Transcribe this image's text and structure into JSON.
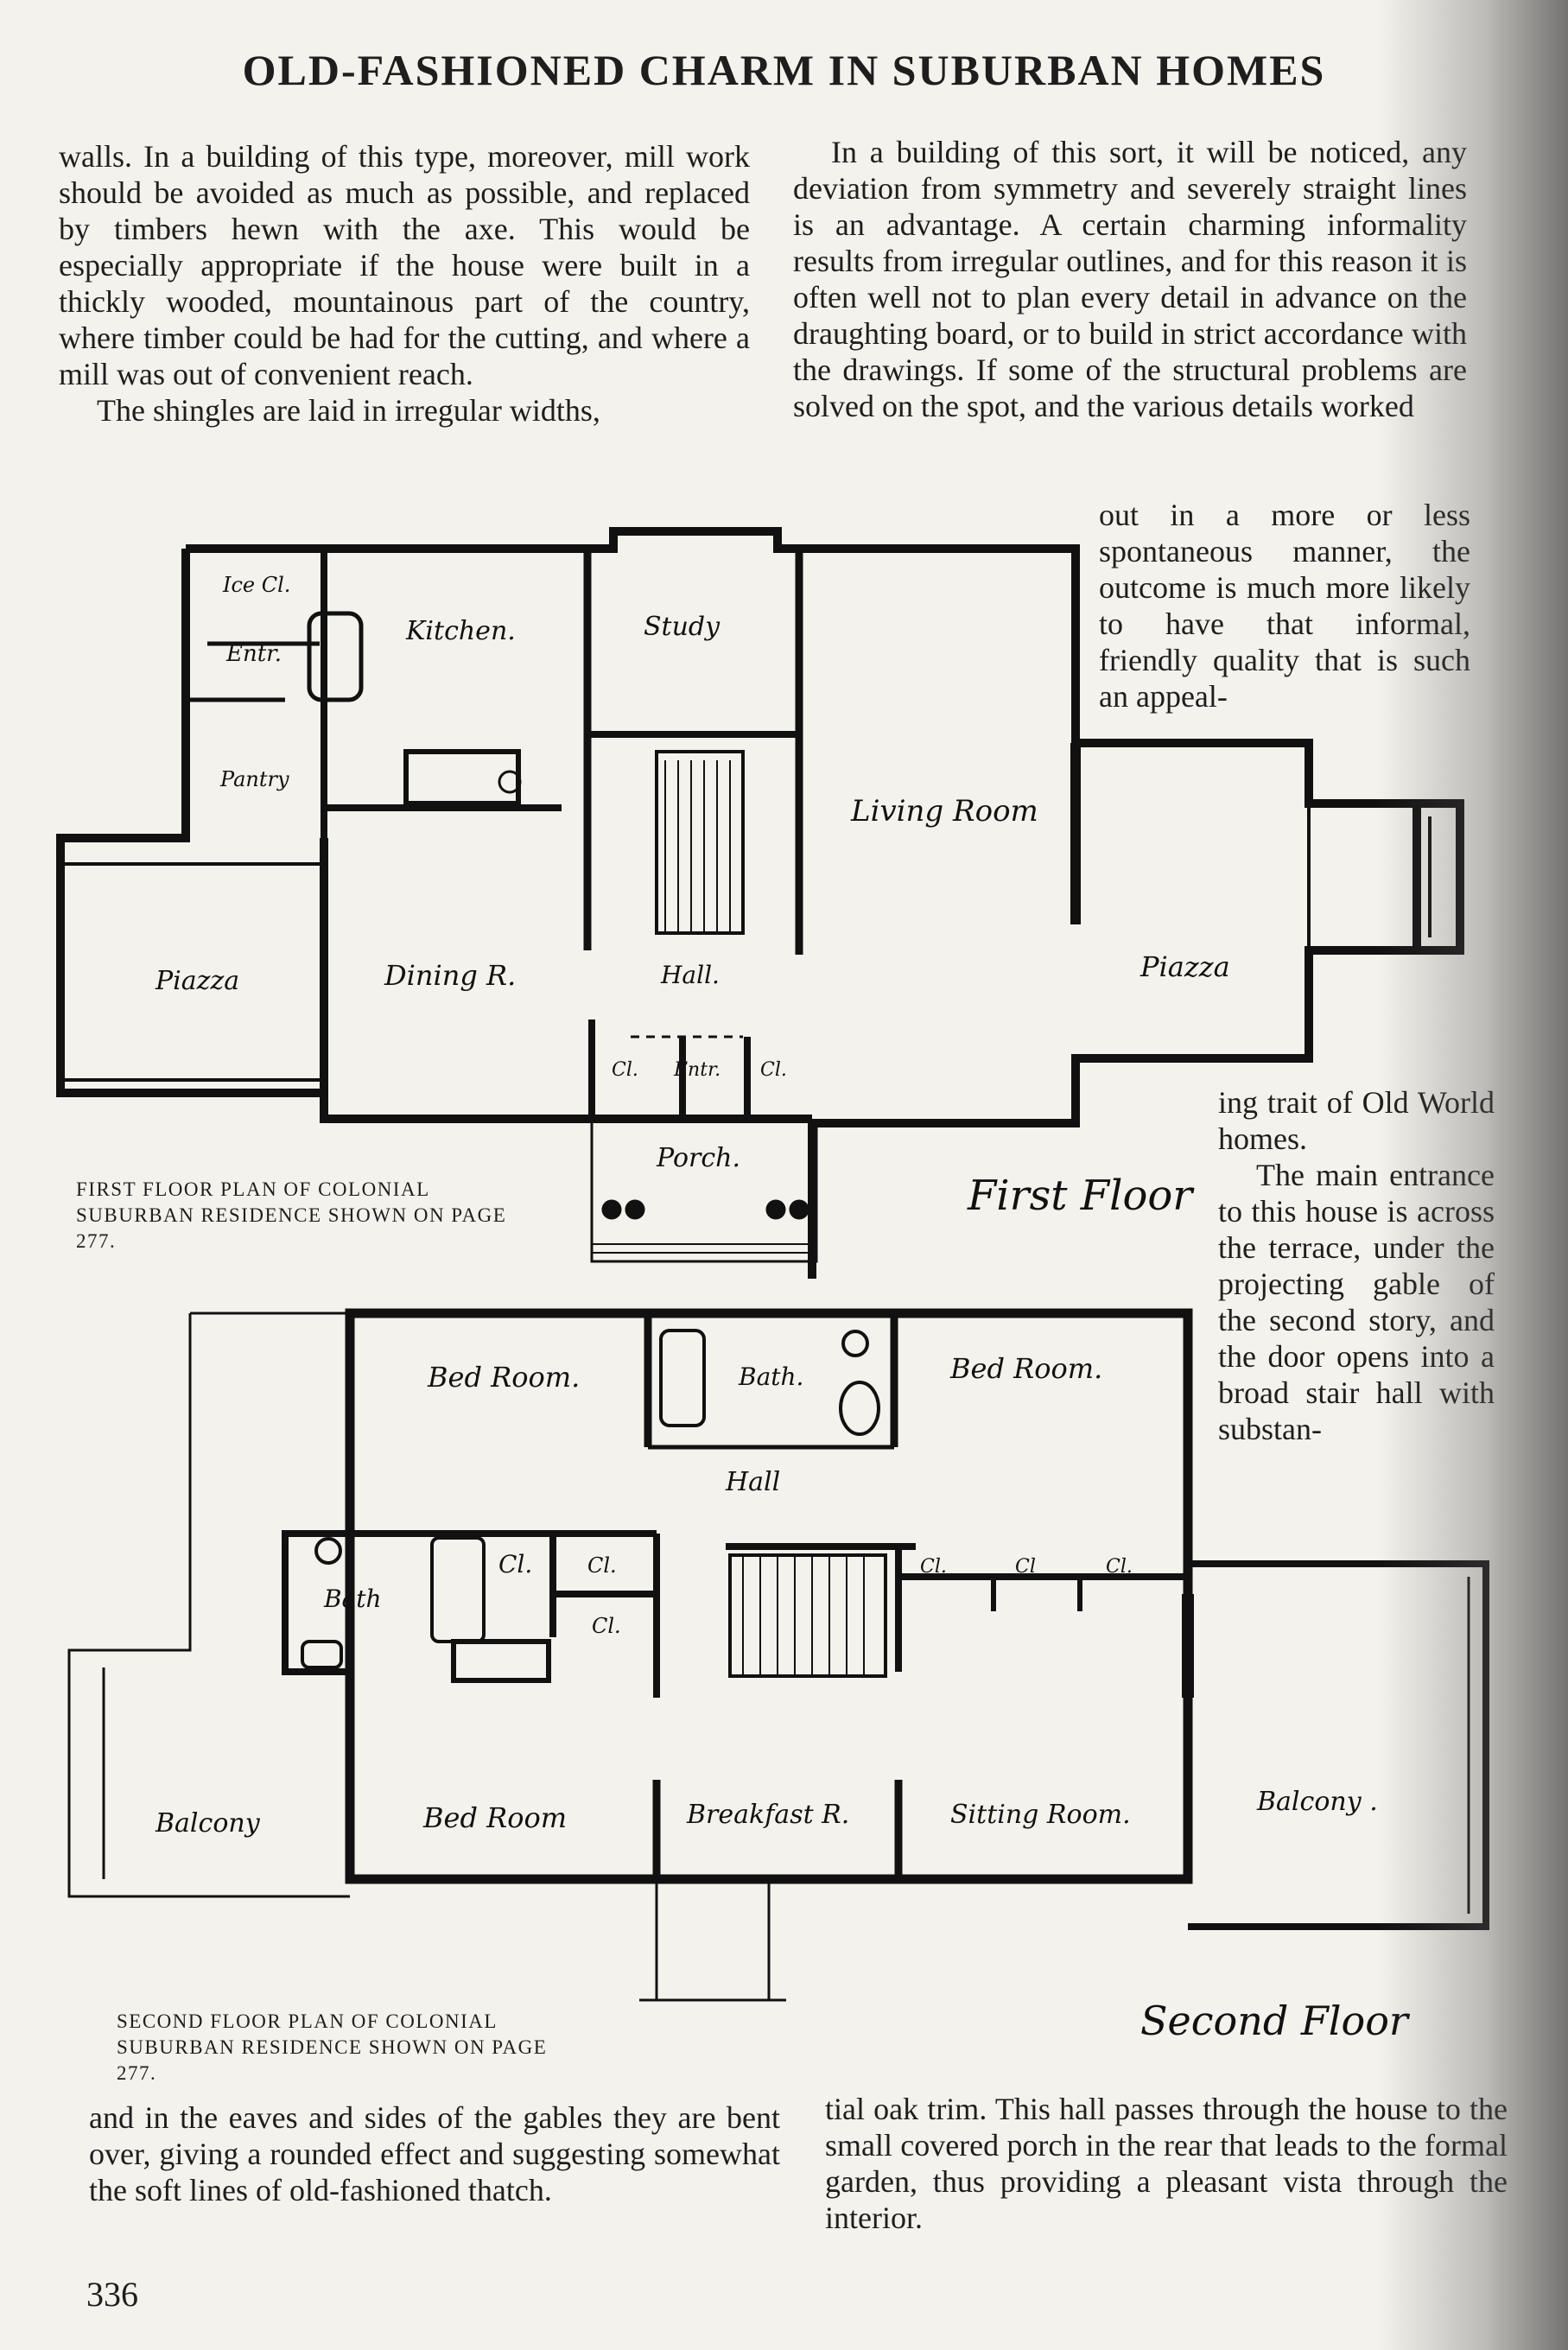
{
  "header": {
    "title": "OLD-FASHIONED CHARM IN SUBURBAN HOMES"
  },
  "text": {
    "col1_top": "walls. In a building of this type, moreover, mill work should be avoided as much as possible, and replaced by timbers hewn with the axe. This would be especially appropriate if the house were built in a thickly wooded, mountainous part of the country, where timber could be had for the cutting, and where a mill was out of convenient reach.",
    "col1_top_p2": "The shingles are laid in irregular widths,",
    "col2_top": "In a building of this sort, it will be noticed, any deviation from symmetry and severely straight lines is an advantage. A certain charming informality results from irregular outlines, and for this reason it is often well not to plan every detail in advance on the draughting board, or to build in strict accordance with the drawings. If some of the structural problems are solved on the spot, and the various details worked",
    "col2_narrow": "out in a more or less spontaneous manner, the outcome is much more likely to have that informal, friendly quality that is such an appeal-",
    "col2_mid": "ing trait of Old World homes.",
    "col2_mid_p2": "The main entrance to this house is across the terrace, under the projecting gable of the second story, and the door opens into a broad stair hall with substan-",
    "col1_bottom": "and in the eaves and sides of the gables they are bent over, giving a rounded effect and suggesting somewhat the soft lines of old-fashioned thatch.",
    "col2_bottom": "tial oak trim. This hall passes through the house to the small covered porch in the rear that leads to the formal garden, thus providing a pleasant vista through the interior."
  },
  "captions": {
    "first": "FIRST FLOOR PLAN OF COLONIAL SUBURBAN RESIDENCE SHOWN ON PAGE 277.",
    "second": "SECOND FLOOR PLAN OF COLONIAL SUBURBAN RESIDENCE SHOWN ON PAGE 277."
  },
  "first_floor": {
    "label": "First Floor",
    "rooms": {
      "ice": "Ice Cl.",
      "entr": "Entr.",
      "kitchen": "Kitchen.",
      "study": "Study",
      "pantry": "Pantry",
      "living": "Living Room",
      "piazza_left": "Piazza",
      "dining": "Dining R.",
      "hall": "Hall.",
      "piazza_right": "Piazza",
      "cl_left": "Cl.",
      "entr_front": "Entr.",
      "cl_right": "Cl.",
      "porch": "Porch."
    }
  },
  "second_floor": {
    "label": "Second Floor",
    "rooms": {
      "bed1": "Bed Room.",
      "bath1": "Bath.",
      "bed2": "Bed Room.",
      "hall": "Hall",
      "bath2": "Bath",
      "cl1": "Cl.",
      "cl2": "Cl.",
      "cl3": "Cl.",
      "cl4": "Cl.",
      "cl5": "Cl",
      "cl6": "Cl.",
      "balcony_left": "Balcony",
      "bed3": "Bed Room",
      "breakfast": "Breakfast R.",
      "sitting": "Sitting Room.",
      "balcony_right": "Balcony ."
    }
  },
  "footer": {
    "page_number": "336"
  }
}
